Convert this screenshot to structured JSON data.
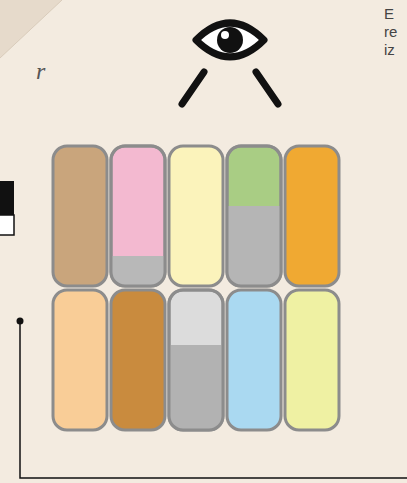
{
  "diagram": {
    "labels": [
      "r",
      "E",
      "re",
      "iz"
    ]
  }
}
